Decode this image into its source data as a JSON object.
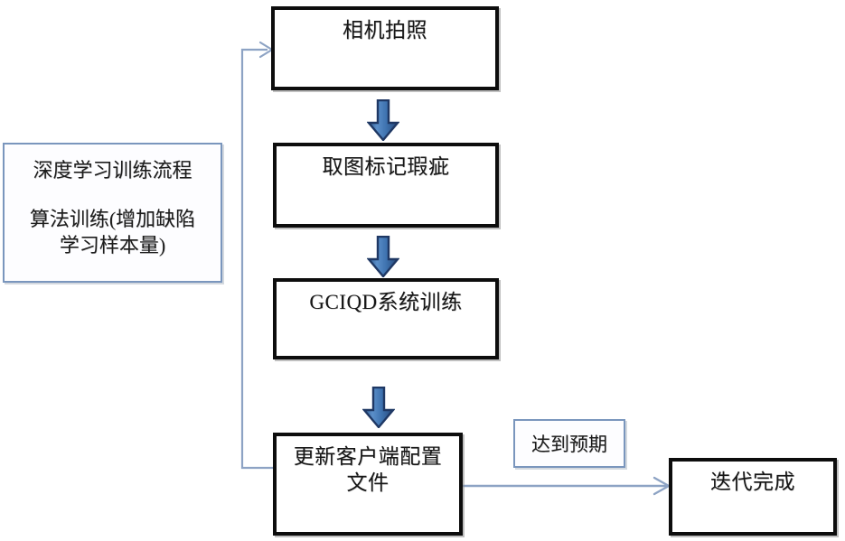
{
  "diagram": {
    "title_panel": {
      "line1": "深度学习训练流程",
      "line2": "算法训练(增加缺陷\n学习样本量)"
    },
    "nodes": [
      {
        "id": "camera-capture",
        "label": "相机拍照"
      },
      {
        "id": "mark-defects",
        "label": "取图标记瑕疵"
      },
      {
        "id": "gciqd-training",
        "label": "GCIQD系统训练"
      },
      {
        "id": "update-config",
        "label": "更新客户端配置\n文件"
      },
      {
        "id": "iteration-done",
        "label": "迭代完成"
      }
    ],
    "edge_labels": [
      {
        "id": "meets-expectation",
        "label": "达到预期"
      }
    ],
    "colors": {
      "node_border": "#0d0d0d",
      "thin_border": "#7a96bd",
      "block_arrow_fill": "#4a7ebb",
      "block_arrow_outline": "#1f3864",
      "connector_line": "#8da3c4",
      "text": "#161616",
      "background": "#ffffff"
    }
  }
}
